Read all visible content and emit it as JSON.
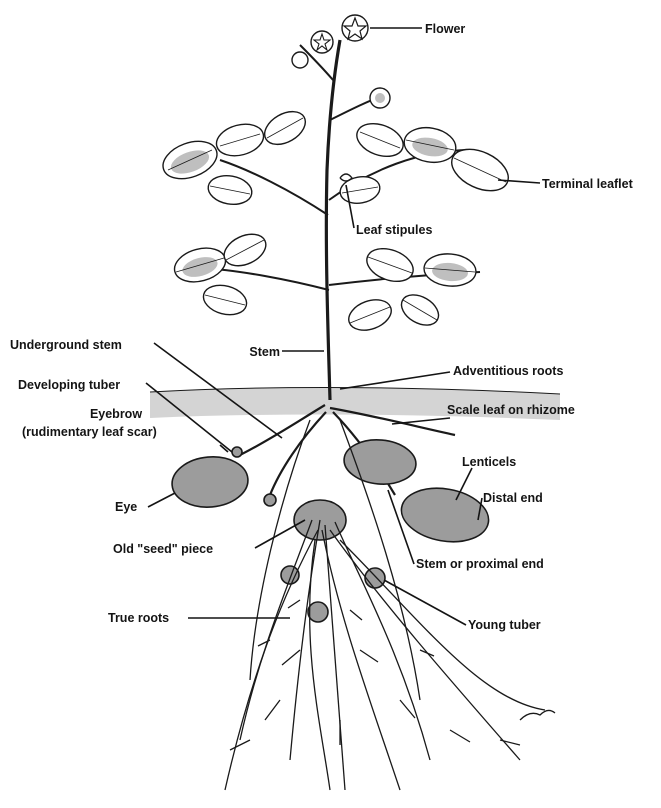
{
  "labels": {
    "flower": "Flower",
    "terminal_leaflet": "Terminal leaflet",
    "leaf_stipules": "Leaf stipules",
    "stem": "Stem",
    "underground_stem": "Underground stem",
    "adventitious_roots": "Adventitious roots",
    "developing_tuber": "Developing tuber",
    "scale_leaf": "Scale leaf on rhizome",
    "eyebrow": "Eyebrow",
    "eyebrow_note": "(rudimentary leaf scar)",
    "lenticels": "Lenticels",
    "eye": "Eye",
    "distal_end": "Distal end",
    "old_seed_piece": "Old \"seed\" piece",
    "stem_proximal_end": "Stem or proximal end",
    "young_tuber": "Young tuber",
    "true_roots": "True roots"
  }
}
